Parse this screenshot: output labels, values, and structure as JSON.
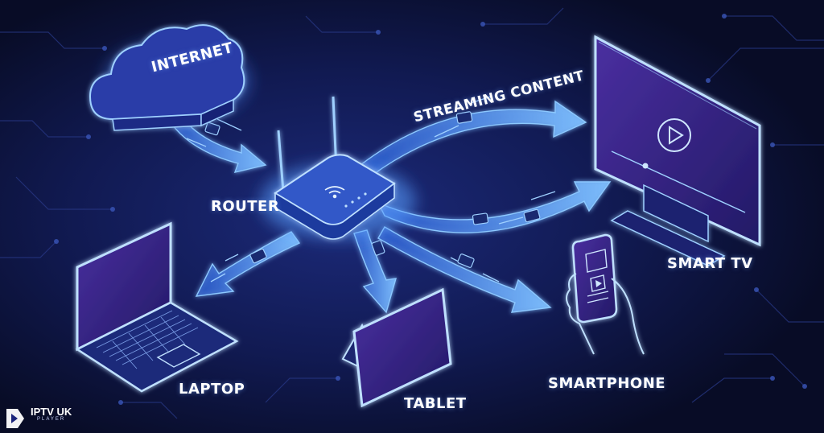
{
  "labels": {
    "internet": "INTERNET",
    "streaming": "STREAMING CONTENT",
    "router": "ROUTER",
    "smart_tv": "SMART TV",
    "laptop": "LAPTOP",
    "tablet": "TABLET",
    "smartphone": "SMARTPHONE"
  },
  "brand": {
    "name": "IPTV UK",
    "subtitle": "PLAYER",
    "logo_icon": "play-logo-icon"
  },
  "colors": {
    "background": "#0b1030",
    "glow": "#4da3ff",
    "device_purple": "#3a2a8c",
    "arrow": "#6fb4ff"
  }
}
